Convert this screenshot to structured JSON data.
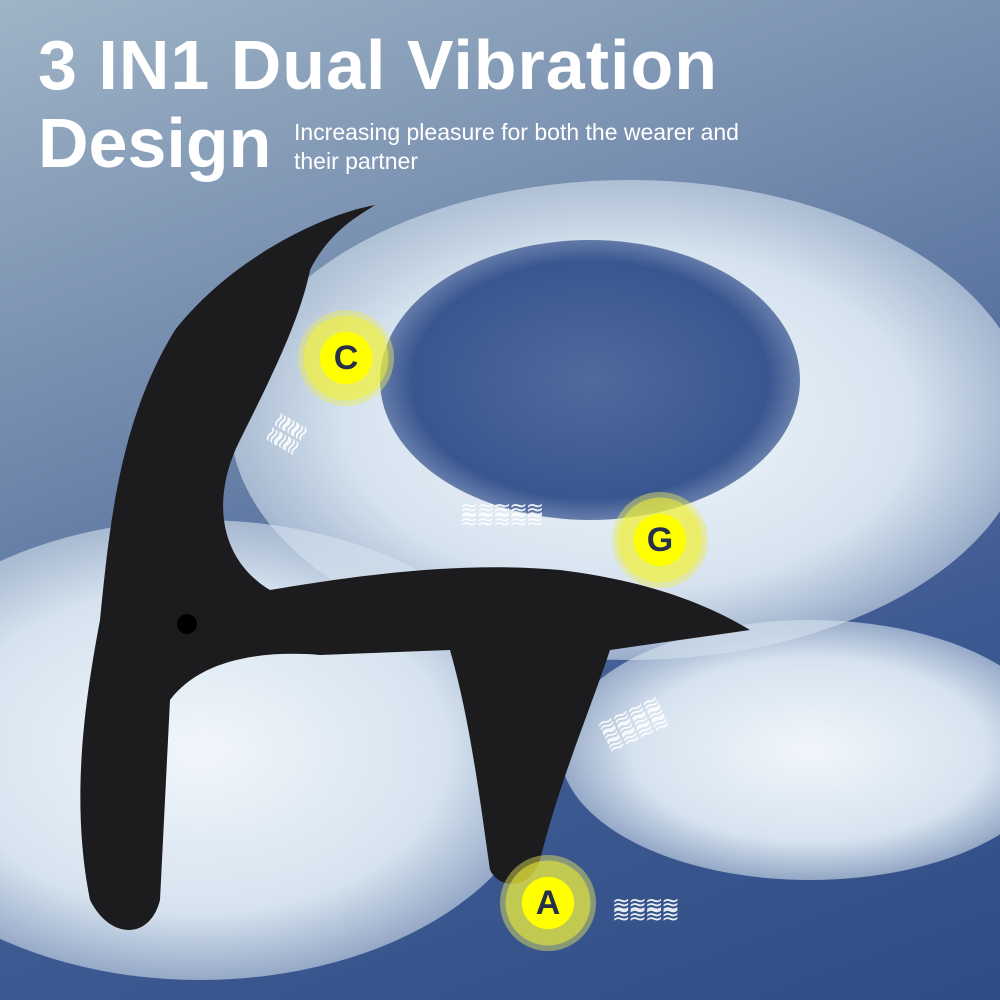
{
  "headline": {
    "line1": "3 IN1 Dual Vibration",
    "line2": "Design",
    "subheading": "Increasing pleasure for both the wearer and their partner"
  },
  "markers": [
    {
      "label": "C",
      "color": "#ffff00"
    },
    {
      "label": "G",
      "color": "#ffff00"
    },
    {
      "label": "A",
      "color": "#ffff00"
    }
  ],
  "colors": {
    "background_dark": "#3e5a92",
    "background_light": "#e8f0f7",
    "product": "#1c1c1e",
    "text": "#ffffff",
    "marker_text": "#26304a"
  }
}
